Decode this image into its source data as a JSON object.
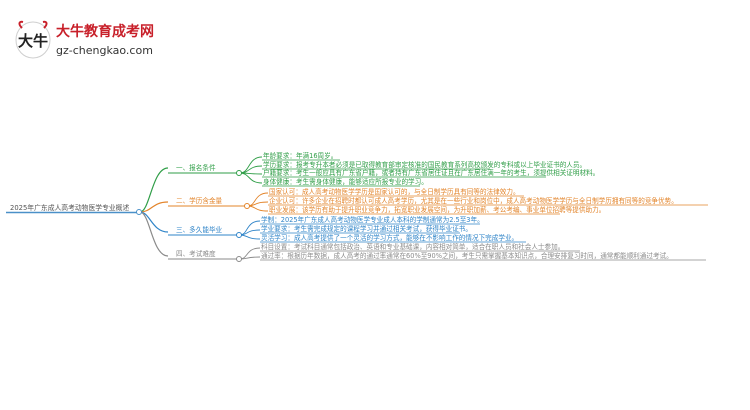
{
  "brand": {
    "name": "大牛教育成考网",
    "url": "gz-chengkao.com",
    "logo_text": "大牛"
  },
  "root": "2025年广东成人高考动物医学专业概述",
  "branches": [
    {
      "label": "一、报名条件",
      "color": "#2f9e47",
      "items": [
        {
          "key": "年龄要求",
          "text": "：年满16周岁。"
        },
        {
          "key": "学历要求",
          "text": "：报考专升本者必须是已取得教育部审定核准的国民教育系列高校颁发的专科或以上毕业证书的人员。"
        },
        {
          "key": "户籍要求",
          "text": "：考生一般应具有广东省户籍，或者持有广东省居住证且在广东居住满一年的考生，须提供相关证明材料。"
        },
        {
          "key": "身体健康",
          "text": "：考生需身体健康，能够适应所报专业的学习。"
        }
      ]
    },
    {
      "label": "二、学历含金量",
      "color": "#e3842a",
      "items": [
        {
          "key": "国家认可",
          "text": "：成人高考动物医学学历是国家认可的，与全日制学历具有同等的法律效力。"
        },
        {
          "key": "企业认可",
          "text": "：许多企业在招聘时都认可成人高考学历，尤其是在一些行业和岗位中，成人高考动物医学学历与全日制学历拥有同等的竞争优势。"
        },
        {
          "key": "职业发展",
          "text": "：该学历有助于提升职业竞争力，拓宽职业发展空间，为升职加薪、考公考编、事业单位招聘等提供助力。"
        }
      ]
    },
    {
      "label": "三、多久能毕业",
      "color": "#2f84c8",
      "items": [
        {
          "key": "学制",
          "text": "：2025年广东成人高考动物医学专业成人本科的学制通常为2.5至3年。"
        },
        {
          "key": "学业要求",
          "text": "：考生需完成规定的课程学习并通过相关考试，获得毕业证书。"
        },
        {
          "key": "灵活学习",
          "text": "：成人高考提供了一个灵活的学习方式，能够在不影响工作的情况下完成学业。"
        }
      ]
    },
    {
      "label": "四、考试难度",
      "color": "#8a8a8a",
      "items": [
        {
          "key": "科目设置",
          "text": "：考试科目通常包括政治、英语和专业基础课，内容相对简单，适合在职人员和社会人士参加。"
        },
        {
          "key": "通过率",
          "text": "：根据历年数据，成人高考的通过率通常在60%至90%之间，考生只需掌握基本知识点，合理安排复习时间，通常都能顺利通过考试。"
        }
      ]
    }
  ]
}
